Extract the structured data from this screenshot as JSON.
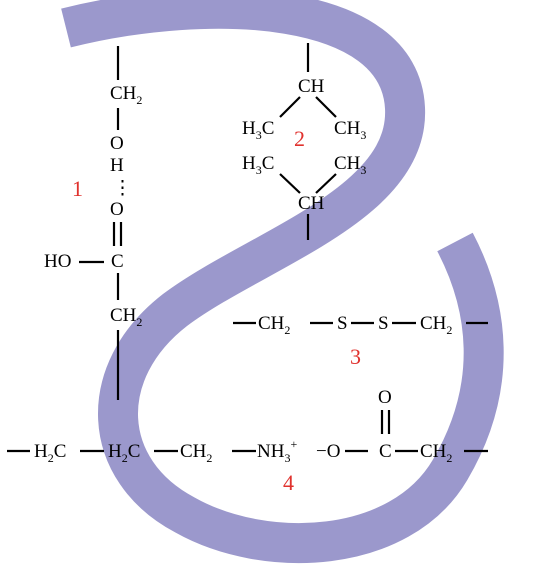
{
  "colors": {
    "backbone": "#9b98cc",
    "ink": "#000000",
    "number": "#e0322e"
  },
  "interactions": [
    {
      "number": "1",
      "groups": {
        "serine_ch2": "CH",
        "serine_ch2_sub": "2",
        "oxygen_top": "O",
        "hydrogen": "H",
        "hbond_dots": "⋮",
        "oxygen_carbonyl": "O",
        "hydroxyl": "HO",
        "carboxyl_c": "C",
        "aspartate_ch2": "CH",
        "aspartate_ch2_sub": "2"
      }
    },
    {
      "number": "2",
      "groups": {
        "top_ch": "CH",
        "top_left_c": "H",
        "top_left_c_sub": "3",
        "top_left_c_tail": "C",
        "top_right_c": "CH",
        "top_right_c_sub": "3",
        "bottom_left_c": "H",
        "bottom_left_c_sub": "3",
        "bottom_left_c_tail": "C",
        "bottom_right_c": "CH",
        "bottom_right_c_sub": "3",
        "bottom_ch": "CH"
      }
    },
    {
      "number": "3",
      "groups": {
        "left_ch2": "CH",
        "left_ch2_sub": "2",
        "sulfur_left": "S",
        "sulfur_right": "S",
        "right_ch2": "CH",
        "right_ch2_sub": "2"
      }
    },
    {
      "number": "4",
      "groups": {
        "h2c_left": "H",
        "h2c_left_sub": "2",
        "h2c_left_tail": "C",
        "h2c_mid": "H",
        "h2c_mid_sub": "2",
        "h2c_mid_tail": "C",
        "ch2": "CH",
        "ch2_sub": "2",
        "ammonium": "NH",
        "ammonium_sub": "3",
        "ammonium_charge": "+",
        "carboxylate_o": "−O",
        "carbonyl_o": "O",
        "carboxylate_c": "C",
        "right_ch2": "CH",
        "right_ch2_sub": "2"
      }
    }
  ]
}
